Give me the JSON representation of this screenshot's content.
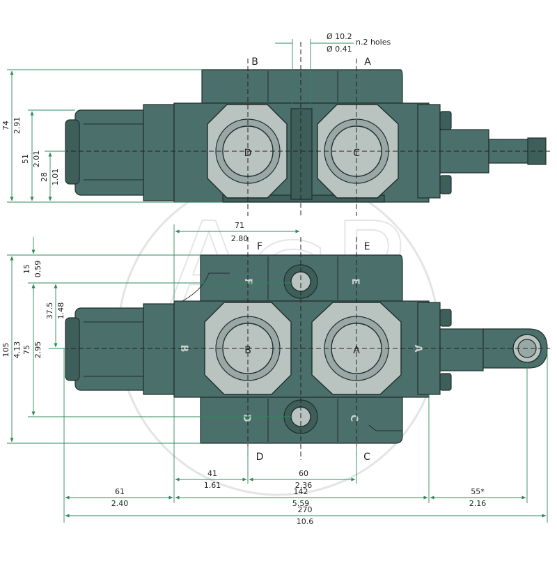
{
  "hole_note": {
    "diameter_mm": "Ø 10.2",
    "diameter_in": "Ø 0.41",
    "count": "n.2 holes"
  },
  "top_view": {
    "ports": {
      "left": "B",
      "right": "A"
    },
    "spools": {
      "left": "D",
      "right": "C"
    },
    "dims": {
      "height_mm": "74",
      "height_in": "2.91",
      "mid_mm": "51",
      "mid_in": "2.01",
      "low_mm": "28",
      "low_in": "1.01"
    }
  },
  "front_view": {
    "top_labels": {
      "left": "F",
      "right": "E"
    },
    "bottom_labels": {
      "left": "D",
      "right": "C"
    },
    "side_labels": {
      "left": "B",
      "right": "A"
    },
    "spool_labels": {
      "left": "B",
      "right": "A"
    },
    "body_letters": {
      "f": "F",
      "e": "E",
      "b": "B",
      "a": "A",
      "d": "D",
      "c": "C"
    },
    "dims": {
      "top_offset_mm": "71",
      "top_offset_in": "2.80",
      "total_height_mm": "105",
      "total_height_in": "4.13",
      "top_mm": "15",
      "top_in": "0.59",
      "port_mm": "37.5",
      "port_in": "1.48",
      "holes_mm": "75",
      "holes_in": "2.95",
      "spool_a_mm": "41",
      "spool_a_in": "1.61",
      "spool_b_mm": "60",
      "spool_b_in": "2.36",
      "left_mm": "61",
      "left_in": "2.40",
      "body_mm": "142",
      "body_in": "5.59",
      "right_mm": "55*",
      "right_in": "2.16",
      "overall_mm": "270",
      "overall_in": "10.6"
    }
  },
  "colors": {
    "body": "#4b6f6a",
    "cap": "#b9c3c0",
    "dimension_line": "#2e8a5a"
  }
}
